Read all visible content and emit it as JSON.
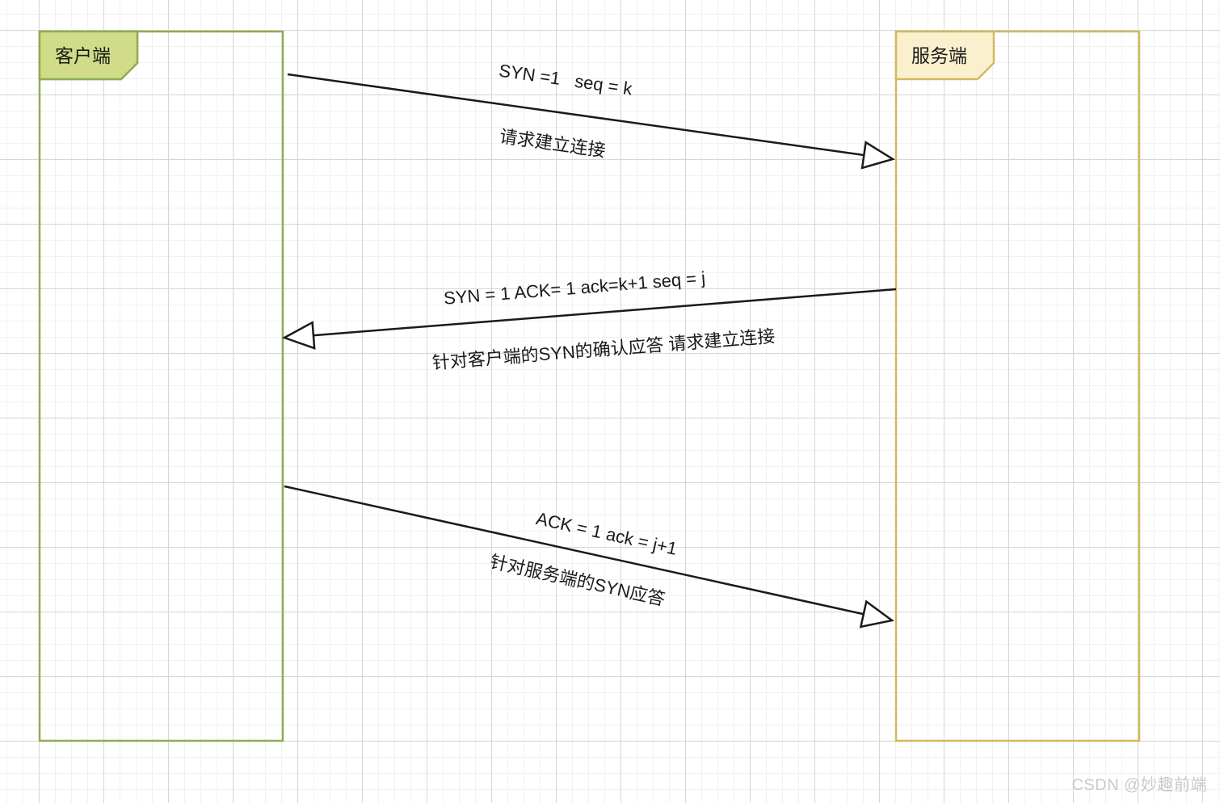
{
  "actors": {
    "client": {
      "label": "客户端"
    },
    "server": {
      "label": "服务端"
    }
  },
  "messages": [
    {
      "from": "client",
      "to": "server",
      "label": "SYN =1   seq = k",
      "description": "请求建立连接"
    },
    {
      "from": "server",
      "to": "client",
      "label": "SYN = 1 ACK= 1 ack=k+1 seq = j",
      "description": "针对客户端的SYN的确认应答 请求建立连接"
    },
    {
      "from": "client",
      "to": "server",
      "label": "ACK = 1 ack = j+1",
      "description": "针对服务端的SYN应答"
    }
  ],
  "colors": {
    "client_border": "#8fac56",
    "client_fill": "#dce88f",
    "server_border": "#d3b862",
    "server_fill": "#faf0cd",
    "arrow": "#1a1a1a",
    "grid_minor": "#f1f1f1",
    "grid_major": "#d6d6d6",
    "watermark_text": "#c9c9c9"
  },
  "watermark": {
    "text": "CSDN @妙趣前端"
  }
}
